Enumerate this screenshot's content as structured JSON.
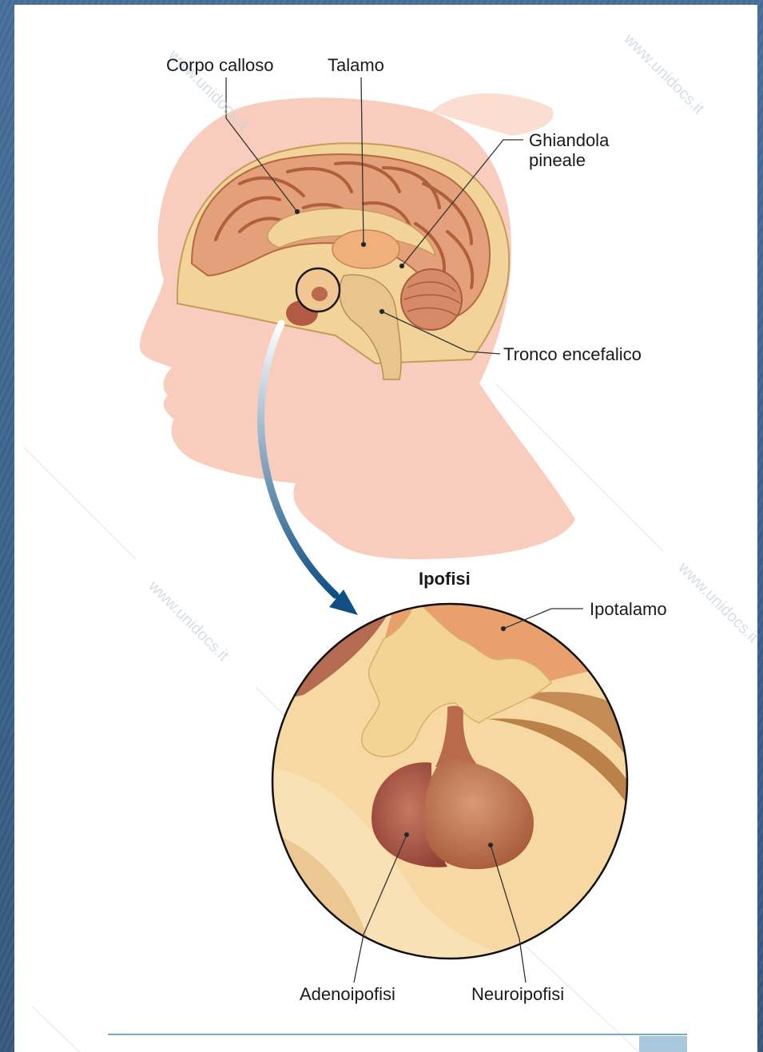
{
  "labels": {
    "corpo_calloso": "Corpo calloso",
    "talamo": "Talamo",
    "ghiandola_line1": "Ghiandola",
    "ghiandola_line2": "pineale",
    "tronco": "Tronco encefalico",
    "ipofisi_title": "Ipofisi",
    "ipotalamo": "Ipotalamo",
    "adenoipofisi": "Adenoipofisi",
    "neuroipofisi": "Neuroipofisi"
  },
  "watermark": "www.unidocs.it",
  "colors": {
    "background": "#3f6791",
    "skin": "#f8cdbd",
    "cortex": "#e3a07a",
    "bone": "#f2d39a",
    "hypothalamus": "#e9a06c",
    "gland": "#b96a4a",
    "arrow": "#1d5c8c"
  }
}
